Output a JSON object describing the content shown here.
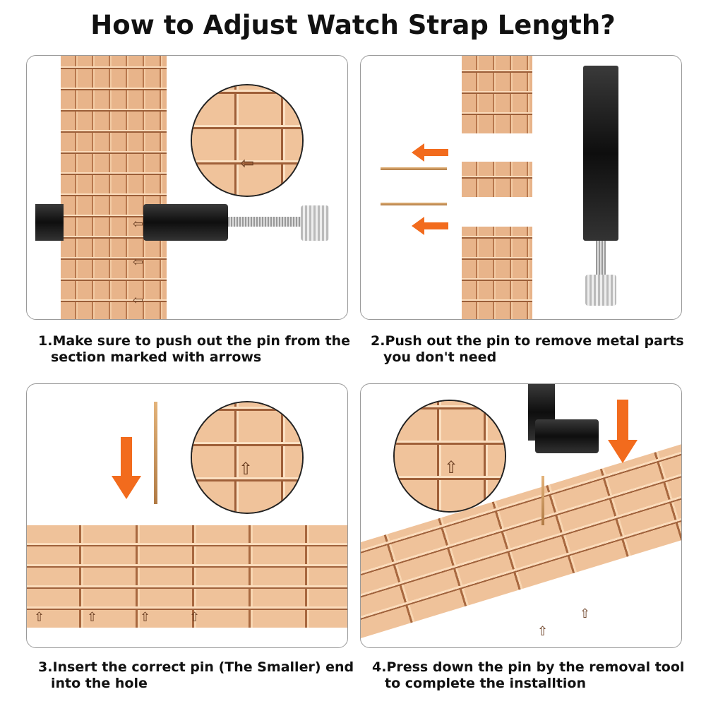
{
  "title": "How to Adjust Watch Strap Length?",
  "steps": [
    {
      "line1": "1.Make sure to push out the pin from the",
      "line2": "section marked with arrows"
    },
    {
      "line1": "2.Push out the pin to remove metal parts",
      "line2": "you don't need"
    },
    {
      "line1": "3.Insert the correct pin (The Smaller) end",
      "line2": "into the hole"
    },
    {
      "line1": "4.Press down the pin by the removal tool",
      "line2": "to complete the installtion"
    }
  ],
  "icons": {
    "arrow_mark": "⇦",
    "arrow_up": "⇧"
  },
  "colors": {
    "accent": "#f26b1d",
    "strap": "#e8b48a",
    "tool": "#111111"
  }
}
